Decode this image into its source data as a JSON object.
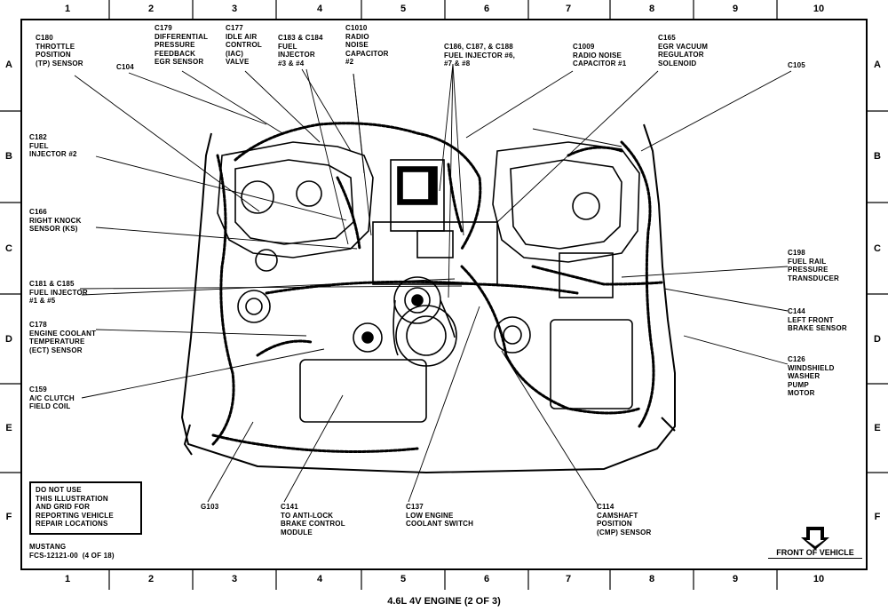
{
  "grid": {
    "columns": [
      "1",
      "2",
      "3",
      "4",
      "5",
      "6",
      "7",
      "8",
      "9",
      "10"
    ],
    "rows": [
      "A",
      "B",
      "C",
      "D",
      "E",
      "F"
    ]
  },
  "callouts": {
    "c180": "C180\nTHROTTLE\nPOSITION\n(TP) SENSOR",
    "c104": "C104",
    "c179": "C179\nDIFFERENTIAL\nPRESSURE\nFEEDBACK\nEGR SENSOR",
    "c177": "C177\nIDLE AIR\nCONTROL\n(IAC)\nVALVE",
    "c183": "C183 & C184\nFUEL\nINJECTOR\n#3 & #4",
    "c1010": "C1010\nRADIO\nNOISE\nCAPACITOR\n#2",
    "c186": "C186, C187, & C188\nFUEL INJECTOR #6,\n#7 & #8",
    "c1009": "C1009\nRADIO NOISE\nCAPACITOR #1",
    "c165": "C165\nEGR VACUUM\nREGULATOR\nSOLENOID",
    "c105": "C105",
    "c182": "C182\nFUEL\nINJECTOR #2",
    "c166": "C166\nRIGHT KNOCK\nSENSOR (KS)",
    "c181": "C181 & C185\nFUEL INJECTOR\n#1 & #5",
    "c178": "C178\nENGINE COOLANT\nTEMPERATURE\n(ECT) SENSOR",
    "c159": "C159\nA/C CLUTCH\nFIELD COIL",
    "c198": "C198\nFUEL RAIL\nPRESSURE\nTRANSDUCER",
    "c144": "C144\nLEFT FRONT\nBRAKE SENSOR",
    "c126": "C126\nWINDSHIELD\nWASHER\nPUMP\nMOTOR",
    "g103": "G103",
    "c141": "C141\nTO ANTI-LOCK\nBRAKE CONTROL\nMODULE",
    "c137": "C137\nLOW ENGINE\nCOOLANT SWITCH",
    "c114": "C114\nCAMSHAFT\nPOSITION\n(CMP) SENSOR"
  },
  "notice": "DO NOT USE\nTHIS ILLUSTRATION\nAND GRID FOR\nREPORTING VEHICLE\nREPAIR LOCATIONS",
  "reference": "MUSTANG\nFCS-12121-00  (4 OF 18)",
  "front_label": "FRONT OF VEHICLE",
  "title": "4.6L 4V ENGINE (2 OF 3)"
}
